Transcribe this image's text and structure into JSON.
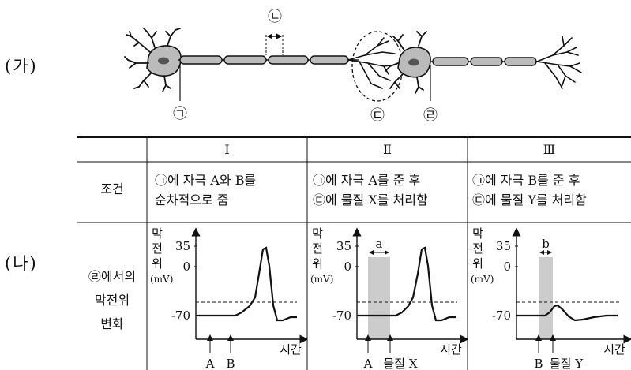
{
  "part_ga": "(가)",
  "part_na": "(나)",
  "figure": {
    "marker_giyeok": "㉠",
    "marker_nieun": "㉡",
    "marker_digeut": "㉢",
    "marker_rieul": "㉣"
  },
  "table": {
    "col_headers": [
      "Ⅰ",
      "Ⅱ",
      "Ⅲ"
    ],
    "row1_header": "조건",
    "conditions": [
      [
        "㉠에 자극 A와 B를",
        "순차적으로 줌"
      ],
      [
        "㉠에 자극 A를 준 후",
        "㉢에 물질 X를 처리함"
      ],
      [
        "㉠에 자극 B를 준 후",
        "㉢에 물질 Y를 처리함"
      ]
    ],
    "row2_header": [
      "㉣에서의",
      "막전위",
      "변화"
    ]
  },
  "graphs": {
    "ylabel": [
      "막",
      "전",
      "위"
    ],
    "yunit": "(mV)",
    "yticks": [
      "35",
      "0",
      "-70"
    ],
    "xlabel": "시간",
    "g1": {
      "stimuli": [
        "A",
        "B"
      ]
    },
    "g2": {
      "stimulus": "A",
      "substance": "물질 X",
      "interval": "a"
    },
    "g3": {
      "stimulus": "B",
      "substance": "물질 Y",
      "interval": "b"
    }
  }
}
